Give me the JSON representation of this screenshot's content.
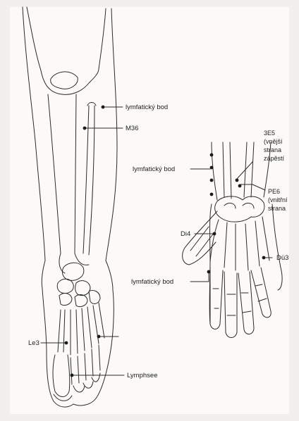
{
  "labels": {
    "lymph_leg": "lymfatický bod",
    "m36": "M36",
    "le3": "Le3",
    "lymphsee": "Lymphsee",
    "e5_lines": [
      "3E5",
      "(vnější",
      "strana",
      "zápěstí"
    ],
    "lymph_wrist": "lymfatický bod",
    "pe6_lines": [
      "PE6",
      "(vnitřní",
      "strana"
    ],
    "di4": "Di4",
    "du3": "Dü3",
    "lymph_hand": "lymfatický bod"
  },
  "colors": {
    "line": "#2b2b2b",
    "point": "#1a1a1a",
    "paper": "#fbfaf7"
  }
}
